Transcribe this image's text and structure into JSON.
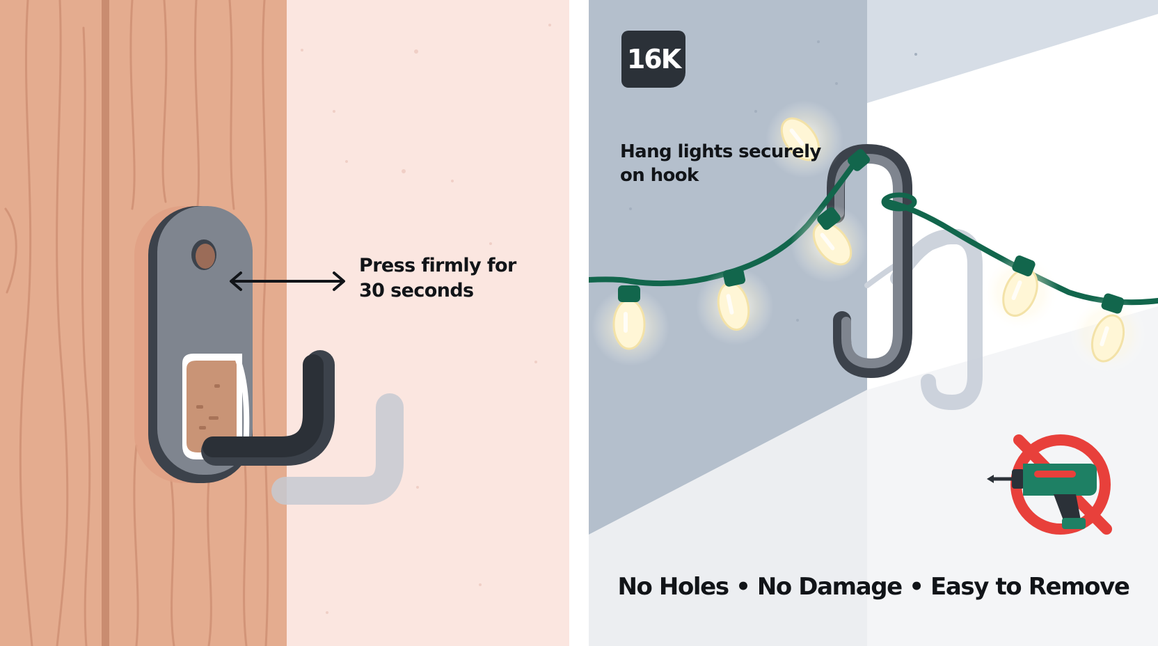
{
  "step_one": {
    "caption_line1": "Press firmly for",
    "caption_line2": "30 seconds"
  },
  "step_two": {
    "badge": "16K",
    "caption_line1": "Hang lights securely",
    "caption_line2": "on hook"
  },
  "features_text": "No Holes • No Damage • Easy to Remove",
  "icons": [
    "adhesive-hook-icon",
    "double-arrow-icon",
    "s-hook-icon",
    "string-lights-icon",
    "no-drill-icon"
  ],
  "colors": {
    "wood": "#e4ac8f",
    "wall_pink": "#fbe6e0",
    "hook_gray": "#7f858f",
    "hook_dark": "#3c424b",
    "wall_blue": "#b4bfcc",
    "wire_green": "#12664c",
    "bulb": "#fff6d6",
    "prohibit_red": "#e8403b",
    "drill_green": "#1e8064"
  }
}
